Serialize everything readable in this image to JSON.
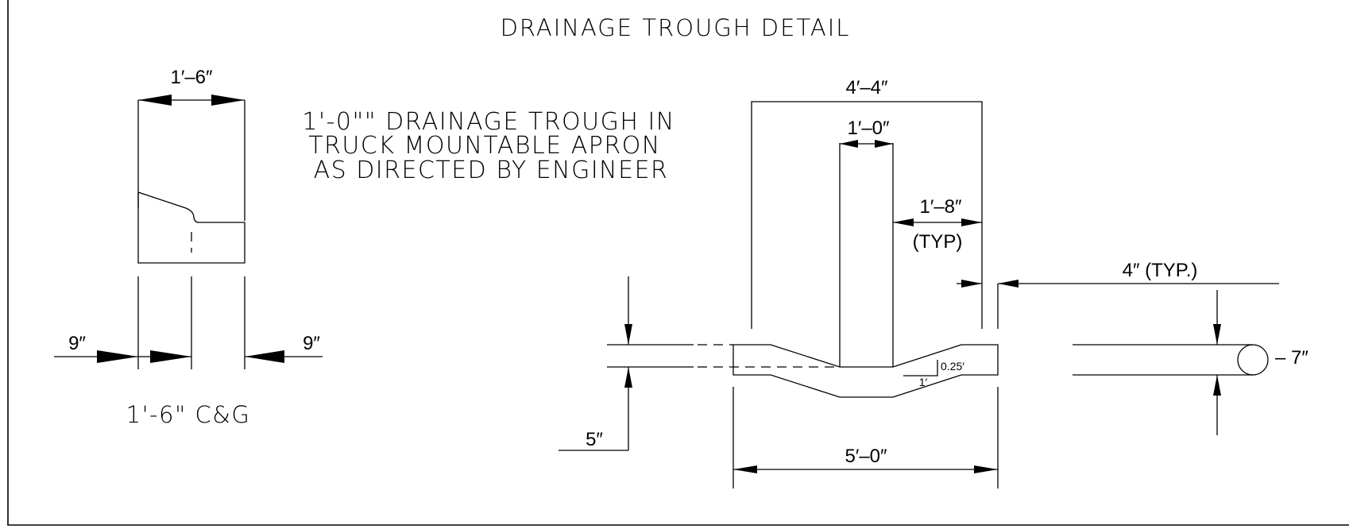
{
  "title": "DRAINAGE TROUGH DETAIL",
  "note": {
    "line1": "1'-0\"\" DRAINAGE TROUGH IN",
    "line2": "TRUCK MOUNTABLE APRON",
    "line3": "AS DIRECTED BY ENGINEER"
  },
  "curb_section": {
    "top_width": "1′–6″",
    "left_offset": "9″",
    "right_offset": "9″",
    "caption": "1'-6\" C&G"
  },
  "trough": {
    "overall_width": "4′–4″",
    "center_width": "1′–0″",
    "side_width": "1′–8″",
    "side_width_note": "(TYP)",
    "edge_note": "4″ (TYP.)",
    "thickness": "5″",
    "bottom_width": "5′–0″",
    "slope_rise": "0.25′",
    "slope_run": "1′",
    "pipe_label": "– 7″"
  }
}
